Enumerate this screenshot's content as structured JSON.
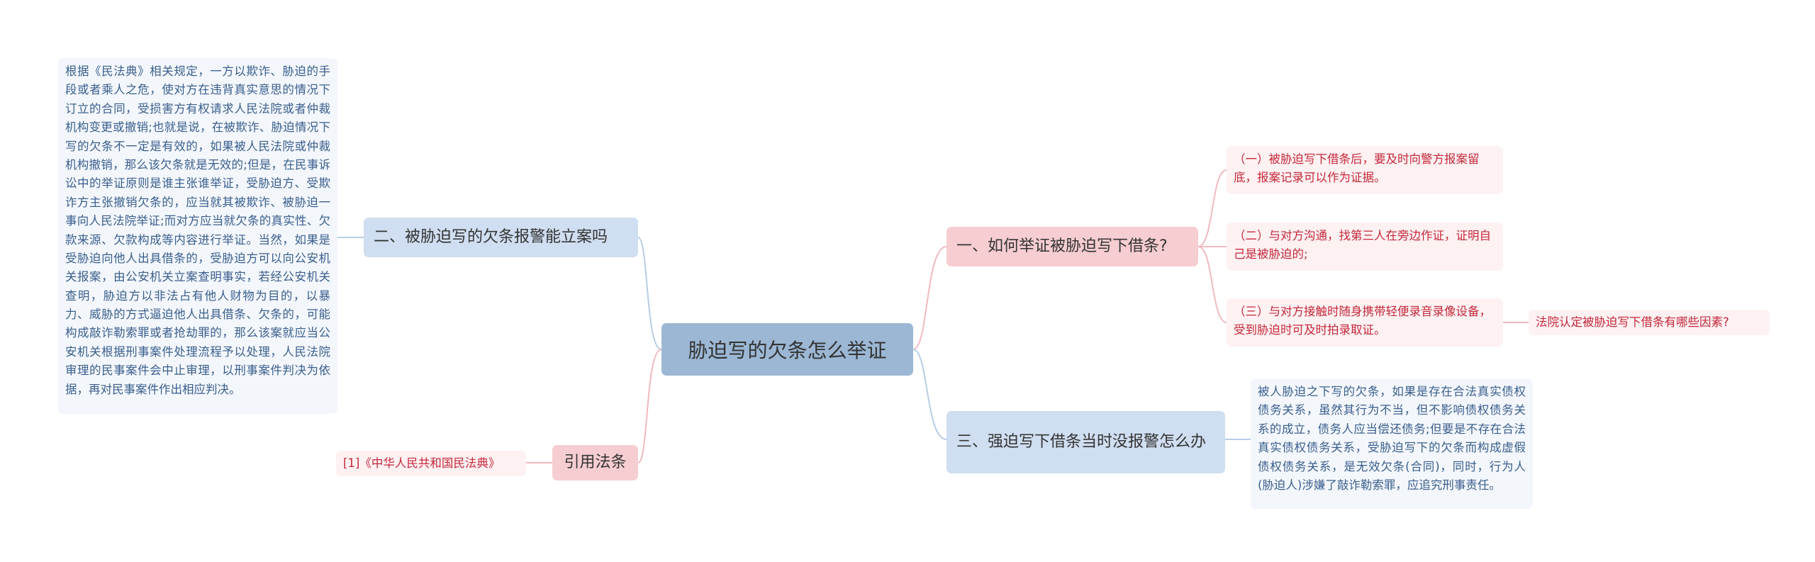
{
  "root": {
    "title": "胁迫写的欠条怎么举证"
  },
  "left": {
    "node_2": {
      "label": "二、被胁迫写的欠条报警能立案吗",
      "detail": "根据《民法典》相关规定，一方以欺诈、胁迫的手段或者乘人之危，使对方在违背真实意思的情况下订立的合同，受损害方有权请求人民法院或者仲裁机构变更或撤销;也就是说，在被欺诈、胁迫情况下写的欠条不一定是有效的，如果被人民法院或仲裁机构撤销，那么该欠条就是无效的;但是，在民事诉讼中的举证原则是谁主张谁举证，受胁迫方、受欺诈方主张撤销欠条的，应当就其被欺诈、被胁迫一事向人民法院举证;而对方应当就欠条的真实性、欠款来源、欠款构成等内容进行举证。当然，如果是受胁迫向他人出具借条的，受胁迫方可以向公安机关报案，由公安机关立案查明事实，若经公安机关查明，胁迫方以非法占有他人财物为目的，以暴力、威胁的方式逼迫他人出具借条、欠条的，可能构成敲诈勒索罪或者抢劫罪的，那么该案就应当公安机关根据刑事案件处理流程予以处理，人民法院审理的民事案件会中止审理，以刑事案件判决为依据，再对民事案件作出相应判决。"
    },
    "node_law": {
      "label": "引用法条",
      "detail": "[1]《中华人民共和国民法典》"
    }
  },
  "right": {
    "node_1": {
      "label": "一、如何举证被胁迫写下借条?",
      "children": [
        "（一）被胁迫写下借条后，要及时向警方报案留底，报案记录可以作为证据。",
        "（二）与对方沟通，找第三人在旁边作证，证明自己是被胁迫的;",
        "（三）与对方接触时随身携带轻便录音录像设备，受到胁迫时可及时拍录取证。"
      ],
      "grandchild": "法院认定被胁迫写下借条有哪些因素?"
    },
    "node_3": {
      "label": "三、强迫写下借条当时没报警怎么办",
      "detail": "被人胁迫之下写的欠条，如果是存在合法真实债权债务关系，虽然其行为不当，但不影响债权债务关系的成立，债务人应当偿还债务;但要是不存在合法真实债权债务关系，受胁迫写下的欠条而构成虚假债权债务关系，是无效欠条(合同)，同时，行为人(胁迫人)涉嫌了敲诈勒索罪，应追究刑事责任。"
    }
  },
  "colors": {
    "root": "#9bb7d4",
    "blue_node": "#cfdef0",
    "pink_node": "#f6cdd1",
    "blue_line": "#b7cde4",
    "pink_line": "#f1b9bf"
  }
}
